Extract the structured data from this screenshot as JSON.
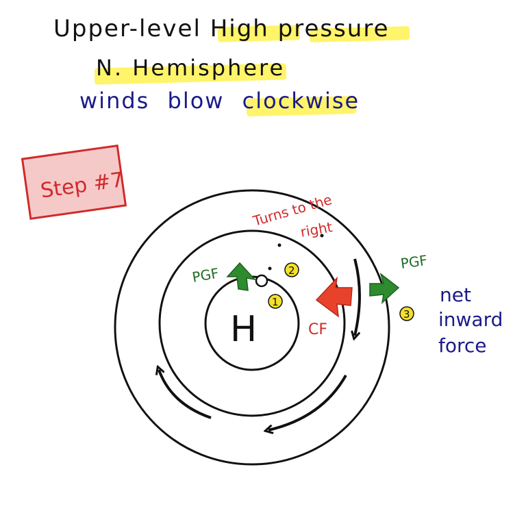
{
  "title_lines": {
    "line1": "Upper-level High pressure",
    "line2": "N. Hemisphere",
    "line3": "winds blow clockwise"
  },
  "step_label": "Step #7",
  "diagram": {
    "center_label": "H",
    "turn_note_line1": "Turns to the",
    "turn_note_line2": "right",
    "pgf_left": "PGF",
    "pgf_right": "PGF",
    "cf_label": "CF",
    "marker_1": "1",
    "marker_2": "2",
    "marker_3": "3",
    "net_force_line1": "net",
    "net_force_line2": "inward",
    "net_force_line3": "force"
  },
  "colors": {
    "highlight": "#fff250",
    "ink": "#111111",
    "blue_ink": "#1a1a8a",
    "red_ink": "#d02a2a",
    "green_arrow": "#2e8b2e",
    "red_arrow": "#e8432a",
    "marker_fill": "#f4e02a"
  }
}
